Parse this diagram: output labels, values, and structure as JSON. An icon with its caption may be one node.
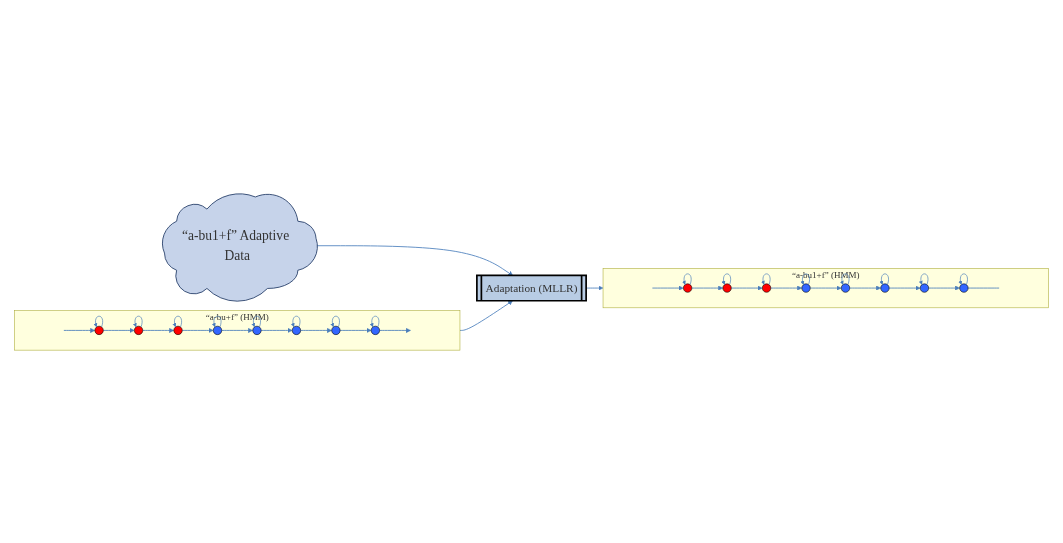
{
  "diagram": {
    "nodes": [
      {
        "text": [
          "“a-bu+f” (HMM)"
        ]
      },
      {
        "text": [],
        "shape": "circle",
        "in": 0
      },
      {
        "text": [],
        "shape": "circle",
        "in": 0
      },
      {
        "text": [],
        "shape": "circle",
        "in": 0
      },
      {
        "text": [],
        "shape": "circle",
        "in": 0
      },
      {
        "text": [],
        "shape": "circle",
        "in": 0
      },
      {
        "text": [],
        "shape": "circle",
        "in": 0
      },
      {
        "text": [],
        "shape": "circle",
        "in": 0
      },
      {
        "text": [],
        "shape": "circle",
        "in": 0
      },
      {
        "text": [
          "Adaptation (MLLR)"
        ]
      },
      {
        "text": [
          "“a-bu1+f” (HMM)"
        ]
      },
      {
        "text": [],
        "shape": "circle",
        "in": 10
      },
      {
        "text": [],
        "shape": "circle",
        "in": 10
      },
      {
        "text": [],
        "shape": "circle",
        "in": 10
      },
      {
        "text": [],
        "shape": "circle",
        "in": 10
      },
      {
        "text": [],
        "shape": "circle",
        "in": 10
      },
      {
        "text": [],
        "shape": "circle",
        "in": 10
      },
      {
        "text": [],
        "shape": "circle",
        "in": 10
      },
      {
        "text": [],
        "shape": "circle",
        "in": 10
      },
      {
        "text": [
          "“a-bu1+f” Adaptive Data"
        ]
      }
    ],
    "edges": [
      {
        "from": null,
        "to": 1,
        "arrow": "to"
      },
      {
        "from": 1,
        "to": 2,
        "arrow": "to"
      },
      {
        "from": 2,
        "to": 3,
        "arrow": "to"
      },
      {
        "from": 3,
        "to": 4,
        "arrow": "to"
      },
      {
        "from": 4,
        "to": 5,
        "arrow": "to"
      },
      {
        "from": 5,
        "to": 6,
        "arrow": "to"
      },
      {
        "from": 6,
        "to": 7,
        "arrow": "to"
      },
      {
        "from": 7,
        "to": 8,
        "arrow": "to"
      },
      {
        "from": 8,
        "to": null,
        "arrow": "to"
      },
      {
        "from": 1,
        "to": 1,
        "arrow": "to"
      },
      {
        "from": 2,
        "to": 2,
        "arrow": "to"
      },
      {
        "from": 3,
        "to": 3,
        "arrow": "to"
      },
      {
        "from": 4,
        "to": 4,
        "arrow": "to"
      },
      {
        "from": 5,
        "to": 5,
        "arrow": "to"
      },
      {
        "from": 6,
        "to": 6,
        "arrow": "to"
      },
      {
        "from": 7,
        "to": 7,
        "arrow": "to"
      },
      {
        "from": 8,
        "to": 8,
        "arrow": "to"
      },
      {
        "from": 0,
        "to": 9,
        "arrow": "to"
      },
      {
        "from": 9,
        "to": 10,
        "arrow": "to"
      },
      {
        "from": 19,
        "to": 9,
        "arrow": "to"
      },
      {
        "from": null,
        "to": 11,
        "arrow": "to"
      },
      {
        "from": 11,
        "to": 12,
        "arrow": "to"
      },
      {
        "from": 12,
        "to": 13,
        "arrow": "to"
      },
      {
        "from": 13,
        "to": 14,
        "arrow": "to"
      },
      {
        "from": 14,
        "to": 15,
        "arrow": "to"
      },
      {
        "from": 15,
        "to": 16,
        "arrow": "to"
      },
      {
        "from": 16,
        "to": 17,
        "arrow": "to"
      },
      {
        "from": 17,
        "to": 18,
        "arrow": "to"
      },
      {
        "from": 18,
        "to": null,
        "arrow": "none"
      },
      {
        "from": 11,
        "to": 11,
        "arrow": "to"
      },
      {
        "from": 12,
        "to": 12,
        "arrow": "to"
      },
      {
        "from": 13,
        "to": 13,
        "arrow": "to"
      },
      {
        "from": 14,
        "to": 14,
        "arrow": "to"
      },
      {
        "from": 15,
        "to": 15,
        "arrow": "to"
      },
      {
        "from": 16,
        "to": 16,
        "arrow": "to"
      },
      {
        "from": 17,
        "to": 17,
        "arrow": "to"
      },
      {
        "from": 18,
        "to": 18,
        "arrow": "to"
      }
    ]
  }
}
